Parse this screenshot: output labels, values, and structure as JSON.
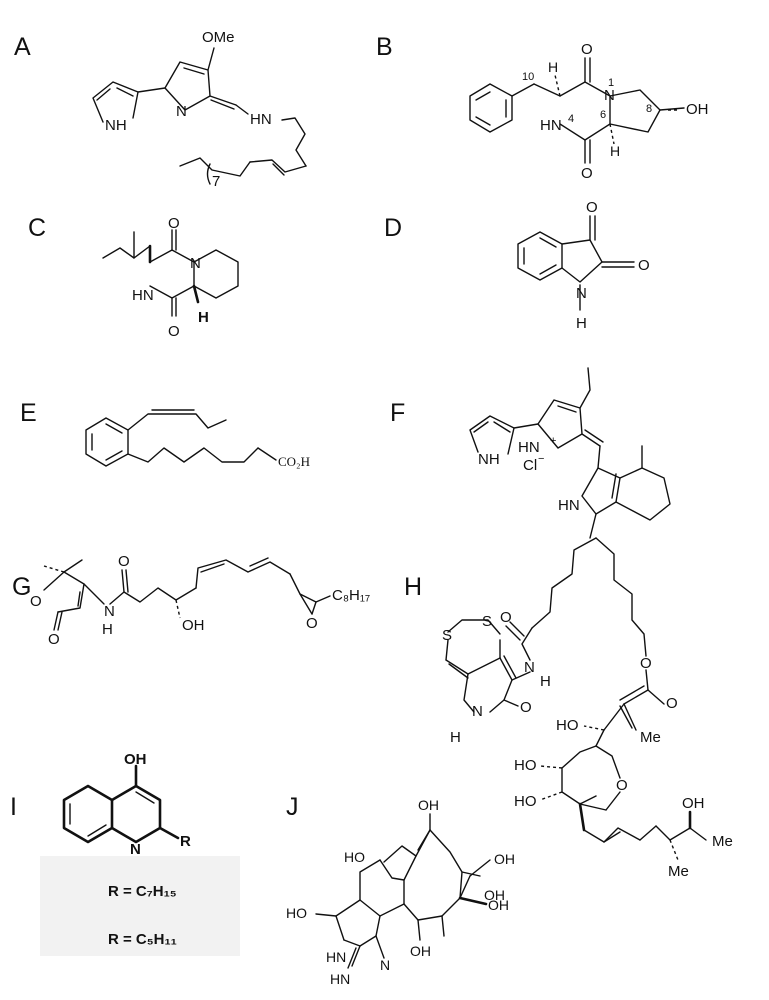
{
  "panels": [
    {
      "id": "A",
      "label": "A",
      "atoms": {
        "ome": "OMe",
        "n1": "N",
        "nh1": "NH",
        "hn1": "HN",
        "seven": "7"
      }
    },
    {
      "id": "B",
      "label": "B",
      "atoms": {
        "h_top": "H",
        "h_bot": "H",
        "n1": "N",
        "hn": "HN",
        "n10": "10",
        "n1num": "1",
        "n4": "4",
        "n6": "6",
        "n8": "8",
        "oh": "OH",
        "o1": "O",
        "o2": "O"
      }
    },
    {
      "id": "C",
      "label": "C",
      "atoms": {
        "n": "N",
        "hn": "HN",
        "h": "H",
        "o1": "O",
        "o2": "O"
      }
    },
    {
      "id": "D",
      "label": "D",
      "atoms": {
        "o1": "O",
        "o2": "O",
        "n": "N",
        "h": "H"
      }
    },
    {
      "id": "E",
      "label": "E",
      "atoms": {
        "co2h": "CO₂H"
      }
    },
    {
      "id": "F",
      "label": "F",
      "atoms": {
        "nh": "NH",
        "hn_plus": "HN",
        "plus": "+",
        "cl": "Cl",
        "minus": "−",
        "hn2": "HN"
      }
    },
    {
      "id": "G",
      "label": "G",
      "atoms": {
        "o_ring": "O",
        "o_carb": "O",
        "o_amide": "O",
        "n": "N",
        "h": "H",
        "oh": "OH",
        "o_epox": "O",
        "c8h17": "C₈H₁₇"
      }
    },
    {
      "id": "H",
      "label": "H",
      "atoms": {
        "s1": "S",
        "s2": "S",
        "o_amide": "O",
        "n_amide": "N",
        "h_amide": "H",
        "n_lactam": "N",
        "h_lactam": "H",
        "o_lactam": "O",
        "o_ester": "O",
        "o_carb": "O",
        "ho1": "HO",
        "me1": "Me",
        "ho2": "HO",
        "ho3": "HO",
        "o_pyran": "O",
        "oh": "OH",
        "me2": "Me",
        "me3": "Me"
      }
    },
    {
      "id": "I",
      "label": "I",
      "atoms": {
        "oh": "OH",
        "n": "N",
        "r": "R",
        "r1": "R = C₇H₁₅",
        "r2": "R = C₅H₁₁"
      }
    },
    {
      "id": "J",
      "label": "J",
      "atoms": {
        "oh1": "OH",
        "oh2": "OH",
        "ho1": "HO",
        "oh3": "OH",
        "ho2": "HO",
        "oh4": "OH",
        "oh5": "OH",
        "hn1": "HN",
        "n": "N",
        "hn2": "HN"
      }
    }
  ]
}
